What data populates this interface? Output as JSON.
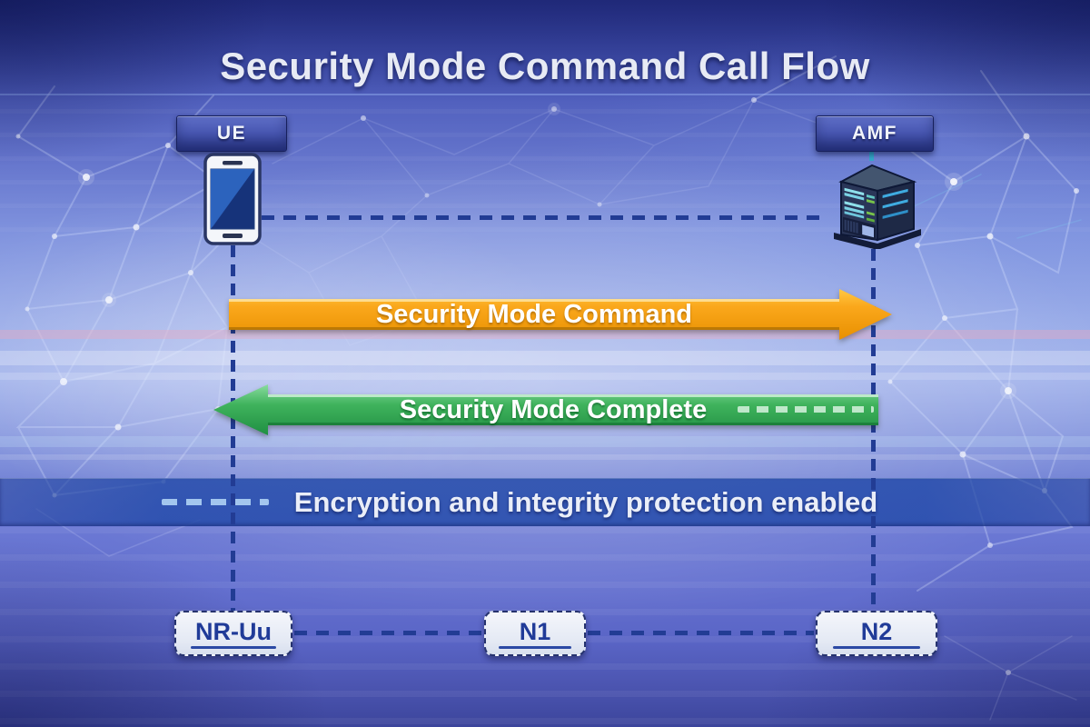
{
  "title": "Security Mode Command Call Flow",
  "entities": {
    "ue": {
      "label": "UE",
      "icon": "smartphone-icon"
    },
    "amf": {
      "label": "AMF",
      "icon": "server-icon"
    }
  },
  "messages": [
    {
      "label": "Security Mode Command",
      "from": "UE",
      "to": "AMF",
      "direction": "right",
      "color": "#F6A300"
    },
    {
      "label": "Security Mode Complete",
      "from": "AMF",
      "to": "UE",
      "direction": "left",
      "color": "#3BAD58"
    }
  ],
  "note": {
    "label": "Encryption and integrity protection enabled",
    "color": "#3F5FB8"
  },
  "interfaces": [
    {
      "label": "NR-Uu"
    },
    {
      "label": "N1"
    },
    {
      "label": "N2"
    }
  ],
  "colors": {
    "background_top": "#2E3890",
    "background_mid": "#A6B6EC",
    "background_bottom": "#3C459C",
    "lifeline": "#223C94",
    "command_arrow": "#F6A300",
    "complete_arrow": "#3BAD58",
    "note_banner": "#3F5FB8",
    "entity_box": "#3A49A0",
    "interface_box_bg": "#EDF1F9",
    "interface_text": "#203B98",
    "title_text": "#E7EAF4"
  }
}
